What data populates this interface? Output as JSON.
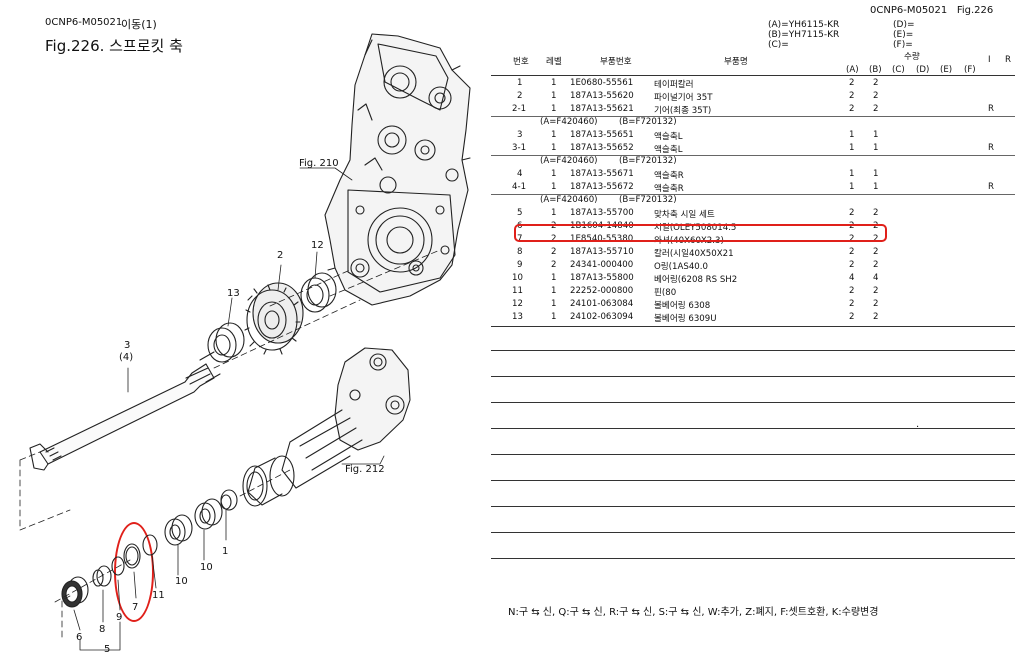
{
  "header": {
    "doc_code": "0CNP6-M05021",
    "section": "이동(1)",
    "title": "Fig.226.  스프로킷 축",
    "right_code": "0CNP6-M05021",
    "right_fig": "Fig.226"
  },
  "models": {
    "a": "(A)=YH6115-KR",
    "b": "(B)=YH7115-KR",
    "c": "(C)=",
    "d": "(D)=",
    "e": "(E)=",
    "f": "(F)="
  },
  "table": {
    "col_no": "번호",
    "col_level": "레벨",
    "col_part": "부품번호",
    "col_name": "부품명",
    "col_qty": "수량",
    "col_a": "(A)",
    "col_b": "(B)",
    "col_c": "(C)",
    "col_d": "(D)",
    "col_e": "(E)",
    "col_f": "(F)",
    "col_i": "I",
    "col_r": "R",
    "rows": [
      {
        "type": "part",
        "no": "1",
        "lv": "1",
        "part": "1E0680-55561",
        "name": "테이퍼칼러",
        "a": "2",
        "b": "2",
        "r": ""
      },
      {
        "type": "part",
        "no": "2",
        "lv": "1",
        "part": "187A13-55620",
        "name": "파이널기어 35T",
        "a": "2",
        "b": "2",
        "r": ""
      },
      {
        "type": "part",
        "no": "2-1",
        "lv": "1",
        "part": "187A13-55621",
        "name": "기어(최종 35T)",
        "a": "2",
        "b": "2",
        "r": "R"
      },
      {
        "type": "note",
        "a": "(A=F420460)",
        "b": "(B=F720132)"
      },
      {
        "type": "part",
        "no": "3",
        "lv": "1",
        "part": "187A13-55651",
        "name": "액슬축L",
        "a": "1",
        "b": "1",
        "r": ""
      },
      {
        "type": "part",
        "no": "3-1",
        "lv": "1",
        "part": "187A13-55652",
        "name": "액슬축L",
        "a": "1",
        "b": "1",
        "r": "R"
      },
      {
        "type": "note",
        "a": "(A=F420460)",
        "b": "(B=F720132)"
      },
      {
        "type": "part",
        "no": "4",
        "lv": "1",
        "part": "187A13-55671",
        "name": "액슬축R",
        "a": "1",
        "b": "1",
        "r": ""
      },
      {
        "type": "part",
        "no": "4-1",
        "lv": "1",
        "part": "187A13-55672",
        "name": "액슬축R",
        "a": "1",
        "b": "1",
        "r": "R"
      },
      {
        "type": "note",
        "a": "(A=F420460)",
        "b": "(B=F720132)"
      },
      {
        "type": "part",
        "no": "5",
        "lv": "1",
        "part": "187A13-55700",
        "name": "맞차축 시일 세트",
        "a": "2",
        "b": "2",
        "r": ""
      },
      {
        "type": "part",
        "no": "6",
        "lv": "2",
        "part": "1B1604-14840",
        "name": "시일(OLEY508014.5",
        "a": "2",
        "b": "2",
        "r": ""
      },
      {
        "type": "part",
        "no": "7",
        "lv": "2",
        "part": "1E8540-55380",
        "name": "와셔(40X60X2.3)",
        "a": "2",
        "b": "2",
        "r": ""
      },
      {
        "type": "part",
        "no": "8",
        "lv": "2",
        "part": "187A13-55710",
        "name": "칼러(시일40X50X21",
        "a": "2",
        "b": "2",
        "r": ""
      },
      {
        "type": "part",
        "no": "9",
        "lv": "2",
        "part": "24341-000400",
        "name": "O링(1AS40.0",
        "a": "2",
        "b": "2",
        "r": ""
      },
      {
        "type": "part",
        "no": "10",
        "lv": "1",
        "part": "187A13-55800",
        "name": "베어링(6208 RS SH2",
        "a": "4",
        "b": "4",
        "r": ""
      },
      {
        "type": "part",
        "no": "11",
        "lv": "1",
        "part": "22252-000800",
        "name": "핀(80",
        "a": "2",
        "b": "2",
        "r": ""
      },
      {
        "type": "part",
        "no": "12",
        "lv": "1",
        "part": "24101-063084",
        "name": "볼베어링 6308",
        "a": "2",
        "b": "2",
        "r": ""
      },
      {
        "type": "part",
        "no": "13",
        "lv": "1",
        "part": "24102-063094",
        "name": "볼베어링 6309U",
        "a": "2",
        "b": "2",
        "r": ""
      }
    ]
  },
  "diagram": {
    "fig_ref_upper": "Fig. 210",
    "fig_ref_lower": "Fig. 212",
    "callouts": {
      "c1": "1",
      "c2": "2",
      "c3": "3",
      "c3b": "(4)",
      "c5": "5",
      "c6": "6",
      "c7": "7",
      "c8": "8",
      "c9": "9",
      "c10": "10",
      "c11": "11",
      "c12": "12",
      "c13": "13"
    }
  },
  "legend": {
    "text": "N:구 ⇆ 신, Q:구 ⇆ 신, R:구 ⇆ 신, S:구 ⇆ 신, W:추가, Z:폐지, F:셋트호환, K:수량변경"
  },
  "misc": {
    "dot": "."
  },
  "colors": {
    "highlight": "#e0201a",
    "ink": "#111111"
  }
}
